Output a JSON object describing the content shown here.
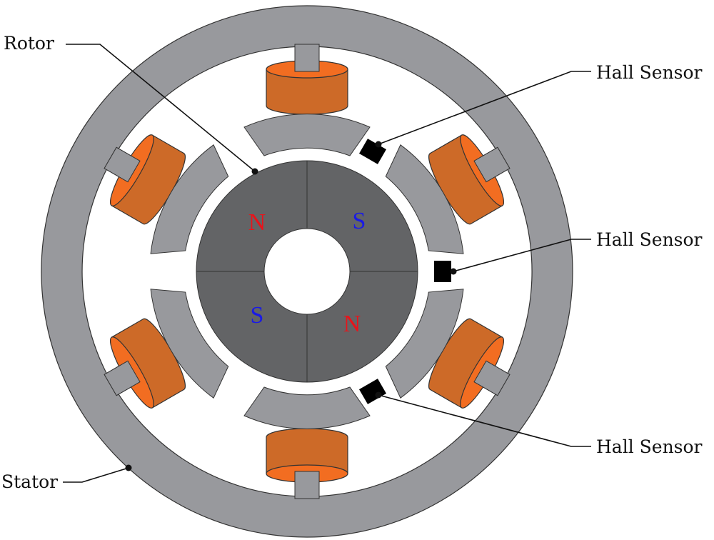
{
  "labels": {
    "rotor": "Rotor",
    "stator": "Stator",
    "hall_sensor_1": "Hall Sensor",
    "hall_sensor_2": "Hall Sensor",
    "hall_sensor_3": "Hall Sensor"
  },
  "poles": {
    "top_left": "N",
    "top_right": "S",
    "bottom_left": "S",
    "bottom_right": "N"
  },
  "colors": {
    "stator": "#98999d",
    "rotor": "#636466",
    "coil": "#cd6a28",
    "coil_top": "#f26d21",
    "north": "#e8141b",
    "south": "#1a1ae6"
  }
}
